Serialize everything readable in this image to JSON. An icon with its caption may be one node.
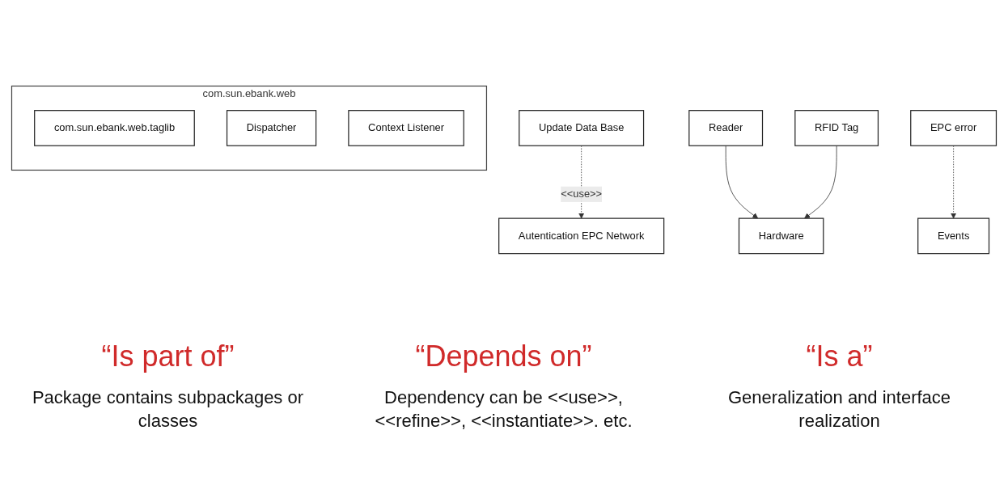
{
  "diagram": {
    "nodes": [
      {
        "text": [
          "com.sun.ebank.web"
        ]
      },
      {
        "text": [
          "com.sun.ebank.web.taglib"
        ],
        "in": 0
      },
      {
        "text": [
          "Dispatcher"
        ],
        "in": 0
      },
      {
        "text": [
          "Context Listener"
        ],
        "in": 0
      },
      {
        "text": [
          "Update Data Base"
        ]
      },
      {
        "text": [
          "Autentication EPC Network"
        ]
      },
      {
        "text": [
          "Hardware"
        ]
      },
      {
        "text": [
          "Events"
        ]
      },
      {
        "text": [
          "Reader"
        ]
      },
      {
        "text": [
          "RFID Tag"
        ]
      },
      {
        "text": [
          "EPC error"
        ]
      }
    ],
    "edges": [
      {
        "from": 4,
        "to": 5,
        "arrow": "to",
        "style": "dashed",
        "label": "<<use>>"
      },
      {
        "from": 8,
        "to": 6,
        "arrow": "to"
      },
      {
        "from": 9,
        "to": 6,
        "arrow": "to"
      },
      {
        "from": 10,
        "to": 7,
        "arrow": "to",
        "style": "dashed"
      }
    ],
    "labels": [
      "“Is part of”",
      "“Depends on”",
      "“Is a”",
      "Package contains subpackages or classes",
      "Dependency can be <<use>>, <<refine>>, <<instantiate>>. etc.",
      "Generalization and interface realization"
    ]
  }
}
